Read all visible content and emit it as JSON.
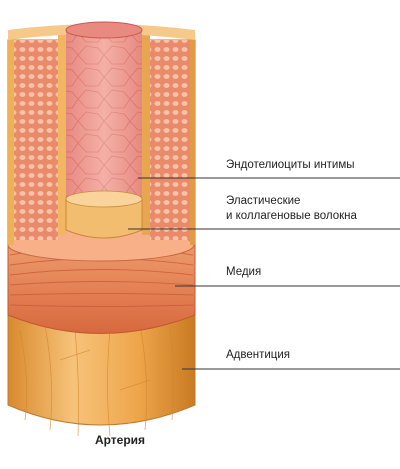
{
  "caption": "Артерия",
  "labels": [
    {
      "id": "endothelium",
      "text": "Эндотелиоциты интимы"
    },
    {
      "id": "fibers",
      "lines": [
        "Эластические",
        "и коллагеновые волокна"
      ]
    },
    {
      "id": "media",
      "text": "Медия"
    },
    {
      "id": "adventitia",
      "text": "Адвентиция"
    }
  ],
  "colors": {
    "adventitia": "#e79a3a",
    "adventitia_light": "#f6c37a",
    "media": "#e07a4a",
    "lumen": "#f2a39a",
    "lumen_dark": "#d8625a",
    "fibers": "#f0b867",
    "leader_line": "#333333"
  }
}
